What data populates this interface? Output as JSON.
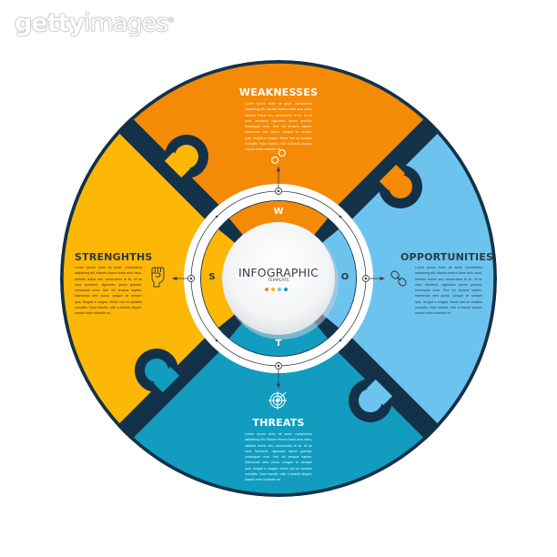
{
  "watermark": {
    "bold": "getty",
    "light": "images",
    "mark": "®"
  },
  "colors": {
    "weaknesses": "#F58A07",
    "opportunities": "#6CC4EE",
    "threats": "#129CC0",
    "strengths": "#FDB707",
    "gap": "#13324A",
    "ring": "#FFFFFF",
    "dark_text": "#2E3A44"
  },
  "center": {
    "title": "INFOGRAPHIC",
    "subtitle": "TEMPLATE",
    "dots": [
      "#F58A07",
      "#FDB707",
      "#6CC4EE",
      "#129CC0"
    ]
  },
  "sections": {
    "weaknesses": {
      "title": "WEAKNESSES",
      "letter": "W",
      "icon": "broken-chain-icon",
      "text": "Lorem ipsum dolor sit amet, consectetur adipiscing elit. Mauris viverra tortor arcu risus, ultricies lectus nec, consectetur fe lis. Ut ac urna hendrerit, dignissim ipsum gravida, consequat urna. Sed vel tempus sapien. Maecenas sem purus, congue ve semper quis, feugiat a magna. Morbi vari us sodales convallis. Nam blandit, odio a blandit aliquet, mauris enim molestie mi."
    },
    "opportunities": {
      "title": "OPPORTUNITIES",
      "letter": "O",
      "icon": "chain-link-icon",
      "text": "Lorem ipsum dolor sit amet, consectetur adipiscing elit. Mauris viverra tortor arcu risus, ultricies lectus nec, consectetur fe lis. Ut ac urna hendrerit, dignissim ipsum gravida, consequat urna. Sed vel tempus sapien. Maecenas sem purus, congue ve semper quis, feugiat a magna. Morbi vari us sodales convallis. Nam blandit, odio a blandit aliquet, mauris enim molestie mi."
    },
    "threats": {
      "title": "THREATS",
      "letter": "T",
      "icon": "target-icon",
      "text": "Lorem ipsum dolor sit amet, consectetur adipiscing elit. Mauris viverra tortor arcu risus, ultricies lectus nec, consectetur fe lis. Ut ac urna hendrerit, dignissim ipsum gravida, consequat urna. Sed vel tempus sapien. Maecenas sem purus, congue ve semper quis, feugiat a magna. Morbi vari us sodales convallis. Nam blandit, odio a blandit aliquet, mauris enim molestie mi."
    },
    "strengths": {
      "title": "STRENGHTHS",
      "letter": "S",
      "icon": "fist-icon",
      "text": "Lorem ipsum dolor sit amet, consectetur adipiscing elit. Mauris viverra tortor arcu risus, ultricies lectus nec, consectetur fe lis. Ut ac urna hendrerit, dignissim ipsum gravida, consequat urna. Sed vel tempus sapien. Maecenas sem purus, congue ve semper quis, feugiat a magna. Morbi vari us sodales convallis. Nam blandit, odio a blandit aliquet, mauris enim molestie mi."
    }
  }
}
